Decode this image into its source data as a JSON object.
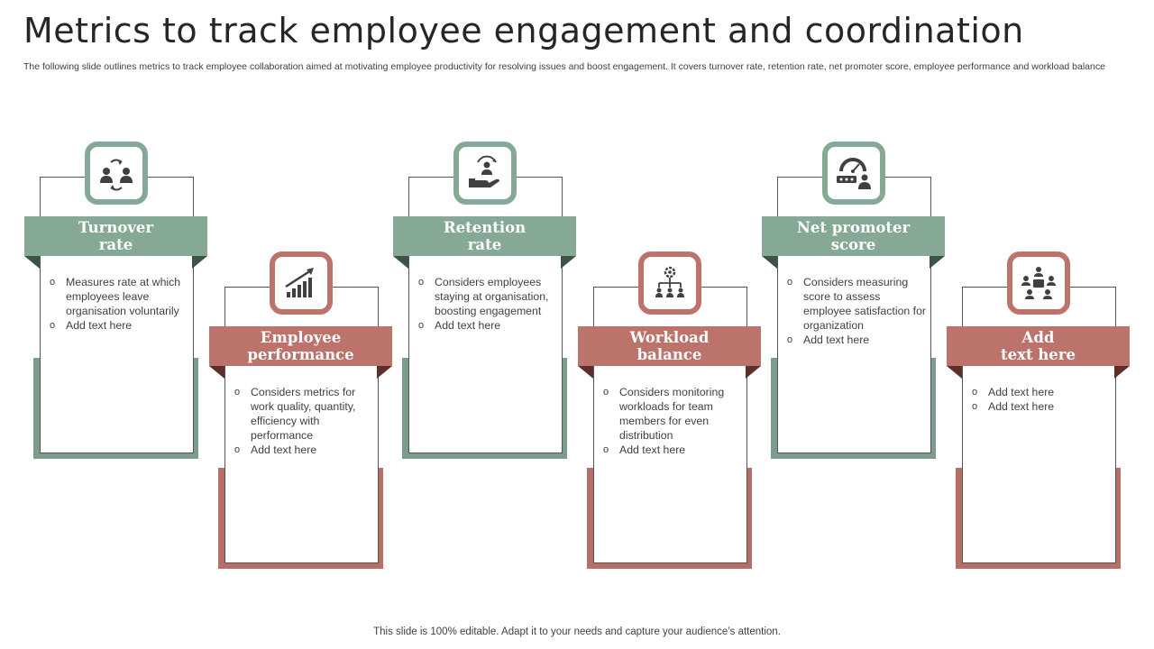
{
  "title": "Metrics to track employee engagement and coordination",
  "subtitle": "The following slide outlines metrics to track employee collaboration aimed at motivating employee productivity for resolving issues and boost engagement. It covers turnover rate, retention rate, net promoter score, employee performance and workload balance",
  "footer": "This slide is 100% editable. Adapt it to your needs and capture your audience’s attention.",
  "colors": {
    "green": "#86a995",
    "red": "#bb736b",
    "dark_green": "#3c5347",
    "dark_red": "#5e2f2a"
  },
  "cards": [
    {
      "icon": "user-exchange-icon",
      "title_line1": "Turnover",
      "title_line2": "rate",
      "bullets": [
        "Measures rate at which employees leave organisation voluntarily",
        "Add text here"
      ]
    },
    {
      "icon": "growth-chart-icon",
      "title_line1": "Employee",
      "title_line2": "performance",
      "bullets": [
        "Considers metrics for work quality, quantity, efficiency with performance",
        "Add text here"
      ]
    },
    {
      "icon": "hand-retention-icon",
      "title_line1": "Retention",
      "title_line2": "rate",
      "bullets": [
        "Considers employees staying at organisation, boosting engagement",
        "Add text here"
      ]
    },
    {
      "icon": "hierarchy-gear-icon",
      "title_line1": "Workload",
      "title_line2": "balance",
      "bullets": [
        "Considers monitoring workloads for team members for even distribution",
        "Add text here"
      ]
    },
    {
      "icon": "rating-gauge-icon",
      "title_line1": "Net promoter",
      "title_line2": "score",
      "bullets": [
        "Considers measuring score to assess employee satisfaction for organization",
        "Add text here"
      ]
    },
    {
      "icon": "team-meeting-icon",
      "title_line1": "Add",
      "title_line2": "text here",
      "bullets": [
        "Add text here",
        "Add text here"
      ]
    }
  ]
}
